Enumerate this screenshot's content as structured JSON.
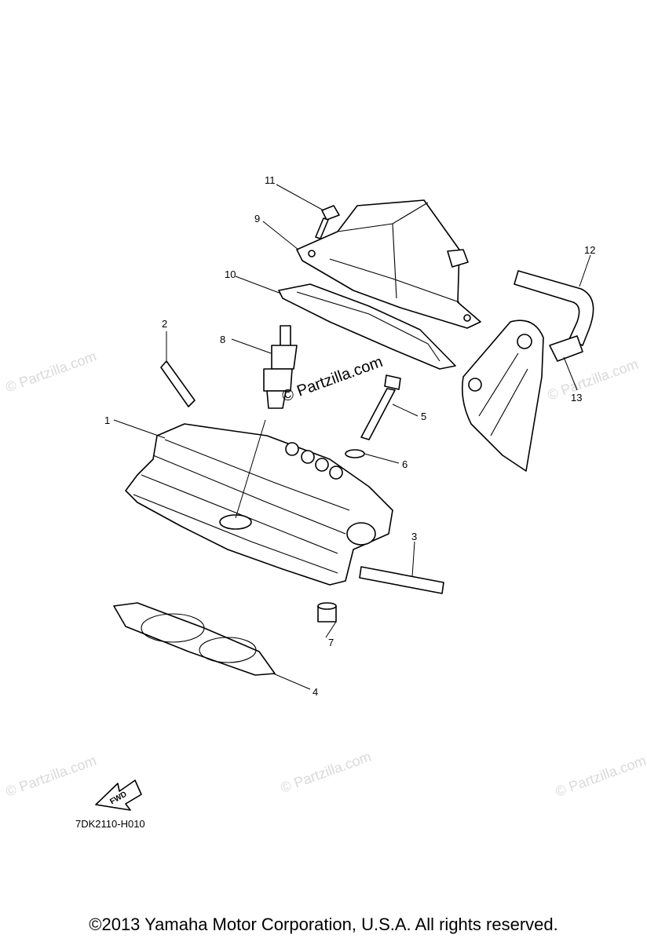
{
  "watermark": "© Partzilla.com",
  "center_watermark": "© Partzilla.com",
  "callouts": [
    "1",
    "2",
    "3",
    "4",
    "5",
    "6",
    "7",
    "8",
    "9",
    "10",
    "11",
    "12",
    "13"
  ],
  "arrow_label": "FWD",
  "diagram_code": "7DK2110-H010",
  "copyright": "©2013  Yamaha Motor Corporation, U.S.A. All rights reserved."
}
